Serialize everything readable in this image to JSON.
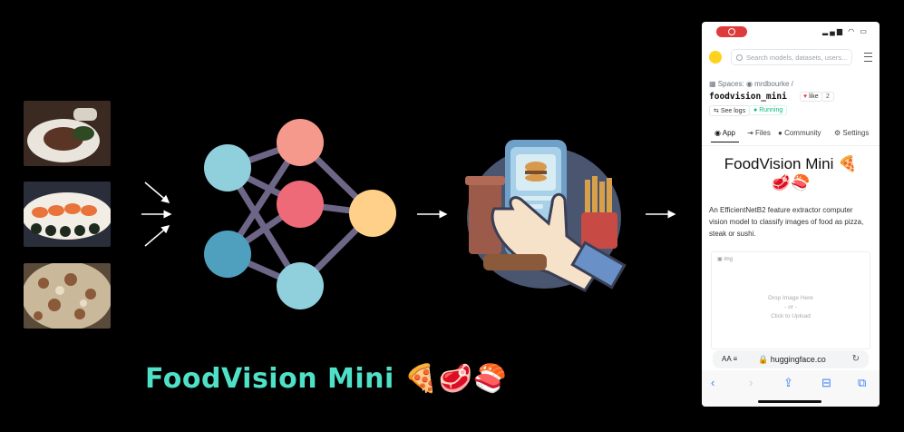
{
  "diagram": {
    "title": "FoodVision Mini",
    "title_emojis": "🍕🥩🍣"
  },
  "inputs": [
    {
      "label": "steak",
      "colors": [
        "#3a2a22",
        "#e9e4dc",
        "#5a3424"
      ]
    },
    {
      "label": "sushi",
      "colors": [
        "#2a2e3a",
        "#f2eee6",
        "#e8743b"
      ]
    },
    {
      "label": "pizza",
      "colors": [
        "#5a4a3a",
        "#c9b89a",
        "#8a5a3a"
      ]
    }
  ],
  "network_colors": {
    "input_1": "#8fd0dc",
    "input_2": "#4fa0bf",
    "hidden_1": "#f5998c",
    "hidden_2": "#ef6a78",
    "hidden_3": "#8fd0dc",
    "output": "#ffd08a",
    "edges": "#6d6686"
  },
  "phone": {
    "search_placeholder": "Search models, datasets, users...",
    "spaces_label": "Spaces:",
    "owner": "mrdbourke",
    "separator": "/",
    "repo": "foodvision_mini",
    "like_label": "like",
    "like_count": "2",
    "see_logs": "See logs",
    "status": "Running",
    "tabs": [
      "App",
      "Files",
      "Community",
      "Settings"
    ],
    "app_title": "FoodVision Mini 🍕",
    "app_title_emojis": "🥩🍣",
    "description": "An EfficientNetB2 feature extractor computer vision model to classify images of food as pizza, steak or sushi.",
    "upload_label": "img",
    "drop_text": "Drop Image Here",
    "or_text": "- or -",
    "click_text": "Click to Upload",
    "text_size_label": "AA",
    "url": "huggingface.co"
  }
}
